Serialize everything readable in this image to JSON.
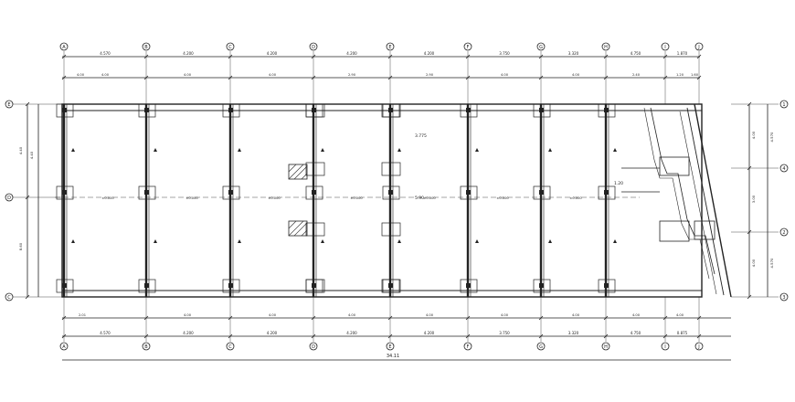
{
  "drawing": {
    "colors": {
      "ink": "#222222",
      "paper": "#ffffff",
      "hatch": "#333333"
    },
    "grid_x_labels": [
      "A",
      "B",
      "C",
      "D",
      "E",
      "F",
      "G",
      "H",
      "I",
      "J"
    ],
    "grid_y_labels_left": [
      "E",
      "D",
      "C"
    ],
    "grid_y_labels_right": [
      "1",
      "4",
      "2",
      "3"
    ],
    "top_spacings": [
      "4.570",
      "4.200",
      "4.200",
      "4.200",
      "4.200",
      "3.750",
      "3.320",
      "4.750",
      "1.870"
    ],
    "top_detail_dims": [
      "4.00",
      "4.00",
      "4.00",
      "4.00",
      "2.90",
      "2.90",
      "4.00",
      "4.00",
      "2.40",
      "1.20",
      "1.60"
    ],
    "bottom_spacings": [
      "4.570",
      "4.200",
      "4.200",
      "4.200",
      "4.200",
      "3.750",
      "3.320",
      "4.750",
      "0.875"
    ],
    "bottom_detail_dims": [
      "2.01",
      "4.00",
      "4.00",
      "4.00",
      "4.00",
      "4.00",
      "4.00",
      "4.00",
      "4.00"
    ],
    "total_width": "34.11",
    "left_dims": [
      "4.40",
      "4.40",
      "8.60"
    ],
    "right_dims": [
      "4.00",
      "4.570",
      "3.00",
      "4.570",
      "4.00"
    ],
    "room_label": "±0.000",
    "notes": [
      "3.775",
      "1.20",
      "5.90"
    ]
  }
}
